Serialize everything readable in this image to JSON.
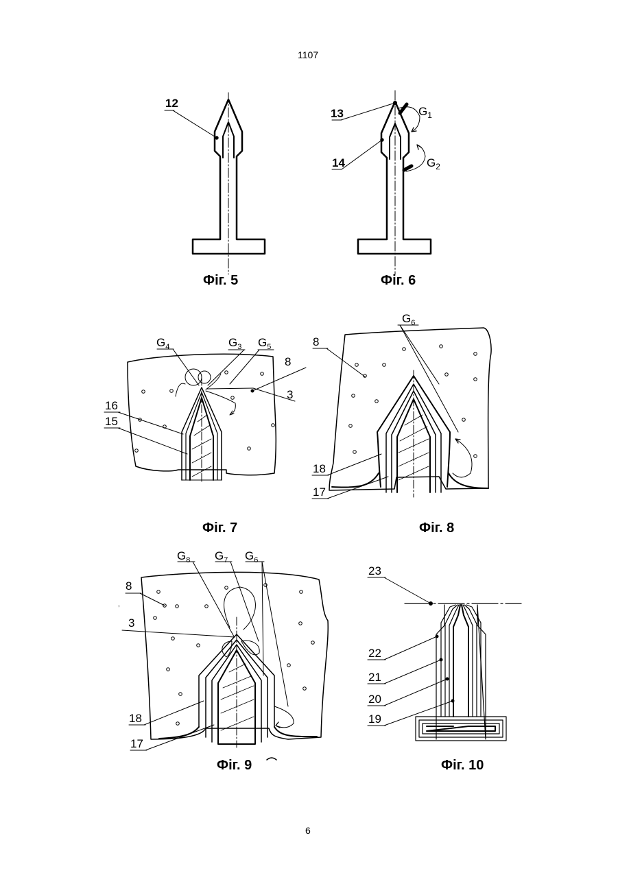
{
  "page": {
    "header_number": "1107",
    "footer_number": "6"
  },
  "figures": [
    {
      "caption": "Фіг. 5",
      "labels": [
        "12"
      ]
    },
    {
      "caption": "Фіг. 6",
      "labels": [
        "13",
        "14",
        "G",
        "1",
        "G",
        "2"
      ]
    },
    {
      "caption": "Фіг. 7",
      "labels": [
        "G",
        "4",
        "G",
        "3",
        "G",
        "5",
        "8",
        "3",
        "16",
        "15"
      ]
    },
    {
      "caption": "Фіг. 8",
      "labels": [
        "G",
        "6",
        "8",
        "18",
        "17"
      ]
    },
    {
      "caption": "Фіг. 9",
      "labels": [
        "G",
        "8",
        "G",
        "7",
        "G",
        "6",
        "8",
        "3",
        "18",
        "17"
      ]
    },
    {
      "caption": "Фіг. 10",
      "labels": [
        "23",
        "22",
        "21",
        "20",
        "19"
      ]
    }
  ]
}
